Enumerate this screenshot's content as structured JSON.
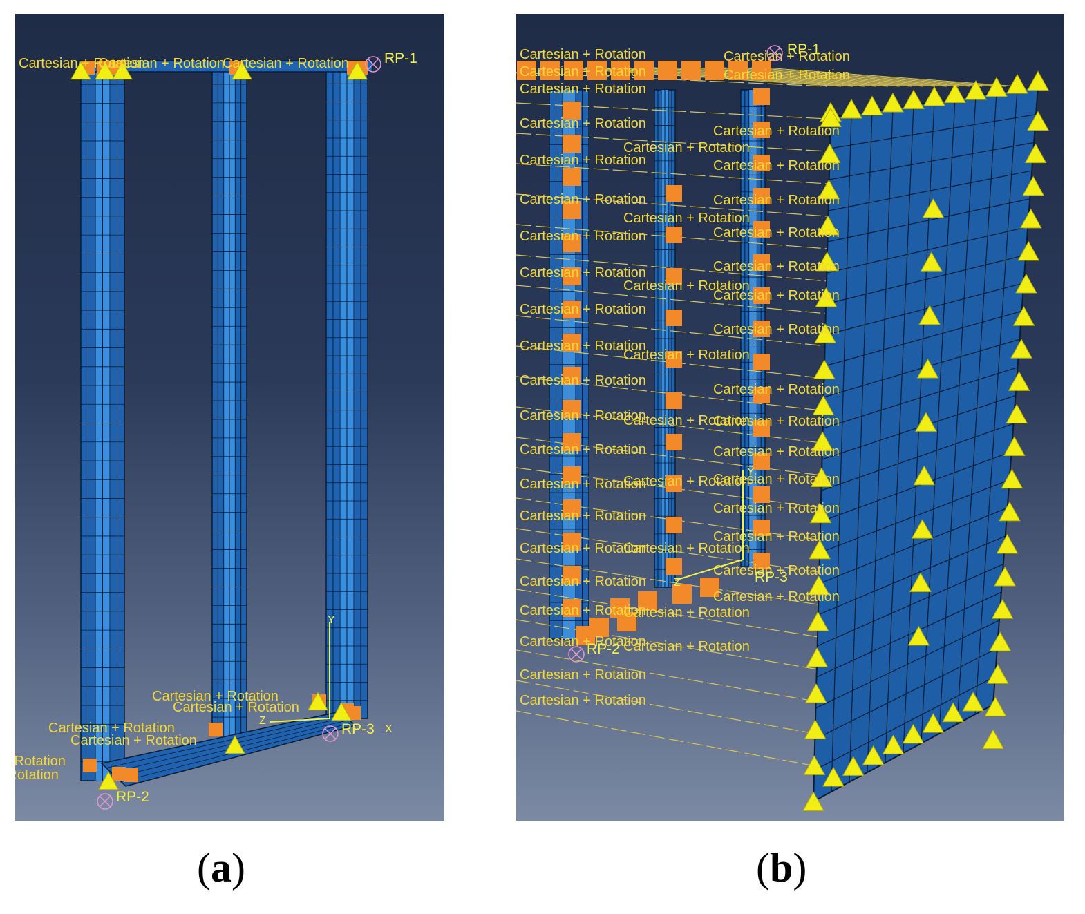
{
  "panels": [
    {
      "id": "a",
      "caption_letter": "a",
      "reference_points": [
        "RP-1",
        "RP-2",
        "RP-3"
      ],
      "constraint_label": "Cartesian + Rotation",
      "axis_labels": [
        "Y",
        "Z",
        "X"
      ]
    },
    {
      "id": "b",
      "caption_letter": "b",
      "reference_points": [
        "RP-1",
        "RP-2",
        "RP-3"
      ],
      "constraint_label": "Cartesian + Rotation",
      "axis_labels": [
        "Y",
        "Z"
      ]
    }
  ],
  "colors": {
    "background_top": "#1f2c47",
    "background_bottom": "#7c8aa4",
    "mesh_fill": "#1f63b0",
    "mesh_light": "#3a8ee0",
    "mesh_line": "#0b1c33",
    "boundary_triangle": "#f0ee14",
    "connector_square": "#f28a2a",
    "connector_line": "#d9c455",
    "label_text": "#f4d836"
  },
  "icons": [
    "boundary-condition-triangle-icon",
    "connector-square-icon",
    "reference-point-icon"
  ]
}
